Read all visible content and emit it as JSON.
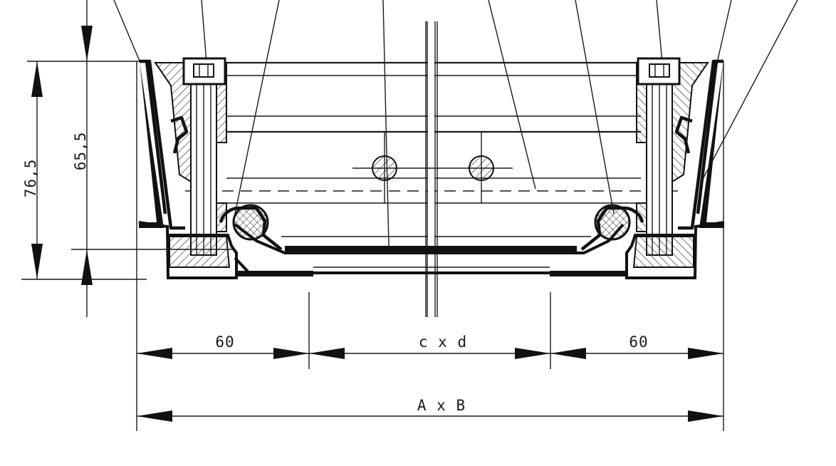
{
  "dimensions": {
    "height_outer": "76,5",
    "height_inner": "65,5",
    "left_flange": "60",
    "center_opening": "c x d",
    "right_flange": "60",
    "overall": "A x B"
  },
  "colors": {
    "ink": "#111111",
    "background": "#ffffff"
  }
}
